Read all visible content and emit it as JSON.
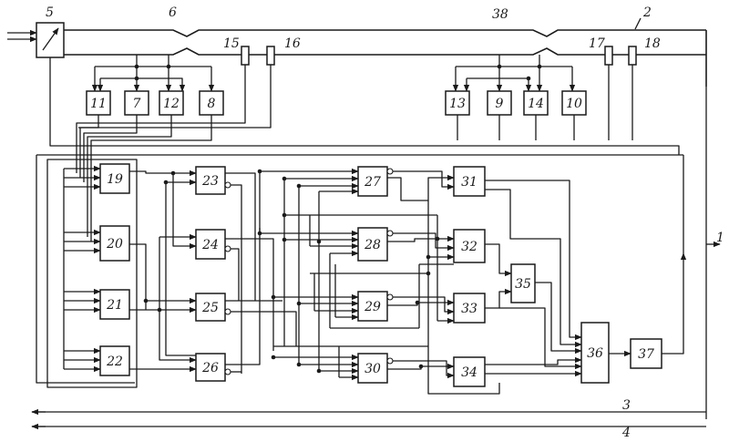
{
  "labels": {
    "n1": "1",
    "n2": "2",
    "n3": "3",
    "n4": "4",
    "n5": "5",
    "n6": "6",
    "n38": "38",
    "b7": "7",
    "b8": "8",
    "b9": "9",
    "b10": "10",
    "b11": "11",
    "b12": "12",
    "b13": "13",
    "b14": "14",
    "b15": "15",
    "b16": "16",
    "b17": "17",
    "b18": "18",
    "b19": "19",
    "b20": "20",
    "b21": "21",
    "b22": "22",
    "b23": "23",
    "b24": "24",
    "b25": "25",
    "b26": "26",
    "b27": "27",
    "b28": "28",
    "b29": "29",
    "b30": "30",
    "b31": "31",
    "b32": "32",
    "b33": "33",
    "b34": "34",
    "b35": "35",
    "b36": "36",
    "b37": "37"
  },
  "colors": {
    "ink": "#1a1a1a",
    "paper": "#ffffff"
  }
}
